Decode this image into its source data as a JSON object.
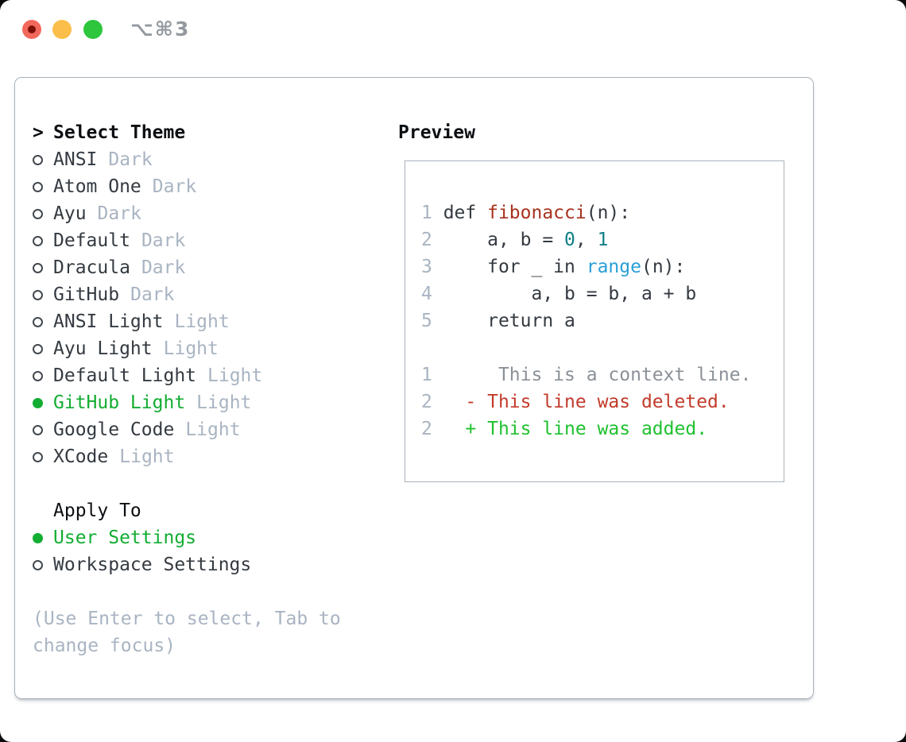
{
  "window": {
    "title_shortcut": "⌥⌘3"
  },
  "theme_section": {
    "header_prefix": ">",
    "header": "Select Theme",
    "items": [
      {
        "name": "ANSI",
        "variant": "Dark",
        "selected": false
      },
      {
        "name": "Atom One",
        "variant": "Dark",
        "selected": false
      },
      {
        "name": "Ayu",
        "variant": "Dark",
        "selected": false
      },
      {
        "name": "Default",
        "variant": "Dark",
        "selected": false
      },
      {
        "name": "Dracula",
        "variant": "Dark",
        "selected": false
      },
      {
        "name": "GitHub",
        "variant": "Dark",
        "selected": false
      },
      {
        "name": "ANSI Light",
        "variant": "Light",
        "selected": false
      },
      {
        "name": "Ayu Light",
        "variant": "Light",
        "selected": false
      },
      {
        "name": "Default Light",
        "variant": "Light",
        "selected": false
      },
      {
        "name": "GitHub Light",
        "variant": "Light",
        "selected": true
      },
      {
        "name": "Google Code",
        "variant": "Light",
        "selected": false
      },
      {
        "name": "XCode",
        "variant": "Light",
        "selected": false
      }
    ]
  },
  "apply_section": {
    "header": "Apply To",
    "items": [
      {
        "name": "User Settings",
        "selected": true
      },
      {
        "name": "Workspace Settings",
        "selected": false
      }
    ]
  },
  "help_text": "(Use Enter to select, Tab to change focus)",
  "preview": {
    "header": "Preview",
    "lines": [
      {
        "tokens": [
          {
            "text": "1 ",
            "style": "lineno"
          },
          {
            "text": "def ",
            "style": "code"
          },
          {
            "text": "fibonacci",
            "style": "fn"
          },
          {
            "text": "(n):",
            "style": "code"
          }
        ]
      },
      {
        "tokens": [
          {
            "text": "2",
            "style": "lineno"
          },
          {
            "text": "     a, b = ",
            "style": "code"
          },
          {
            "text": "0",
            "style": "num"
          },
          {
            "text": ", ",
            "style": "code"
          },
          {
            "text": "1",
            "style": "num"
          }
        ]
      },
      {
        "tokens": [
          {
            "text": "3",
            "style": "lineno"
          },
          {
            "text": "     for _ in ",
            "style": "code"
          },
          {
            "text": "range",
            "style": "builtin"
          },
          {
            "text": "(n):",
            "style": "code"
          }
        ]
      },
      {
        "tokens": [
          {
            "text": "4",
            "style": "lineno"
          },
          {
            "text": "         a, b = b, a + b",
            "style": "code"
          }
        ]
      },
      {
        "tokens": [
          {
            "text": "5",
            "style": "lineno"
          },
          {
            "text": "     return a",
            "style": "code"
          }
        ]
      },
      {
        "tokens": []
      },
      {
        "tokens": [
          {
            "text": "1",
            "style": "lineno"
          },
          {
            "text": "      This is a context line.",
            "style": "ctx"
          }
        ]
      },
      {
        "tokens": [
          {
            "text": "2",
            "style": "lineno"
          },
          {
            "text": "   - This line was deleted.",
            "style": "del"
          }
        ]
      },
      {
        "tokens": [
          {
            "text": "2",
            "style": "lineno"
          },
          {
            "text": "   + This line was added.",
            "style": "add"
          }
        ]
      }
    ]
  },
  "colors": {
    "accent_green": "#12ad31",
    "added_green": "#1fc12f",
    "deleted_red": "#c23b2b",
    "function_red": "#a8321e",
    "number_teal": "#0f7f87",
    "builtin_blue": "#2a9fd6",
    "muted_gray": "#a9b4c2",
    "context_gray": "#8b9198",
    "text_dark": "#343a41",
    "header_black": "#0c0f12",
    "border_gray": "#a9b1bc",
    "traffic_red": "#f2685c",
    "traffic_red_dot": "#7c0f07",
    "traffic_yellow": "#fcbe4a",
    "traffic_green": "#2ec63c",
    "title_gray": "#93999f"
  }
}
